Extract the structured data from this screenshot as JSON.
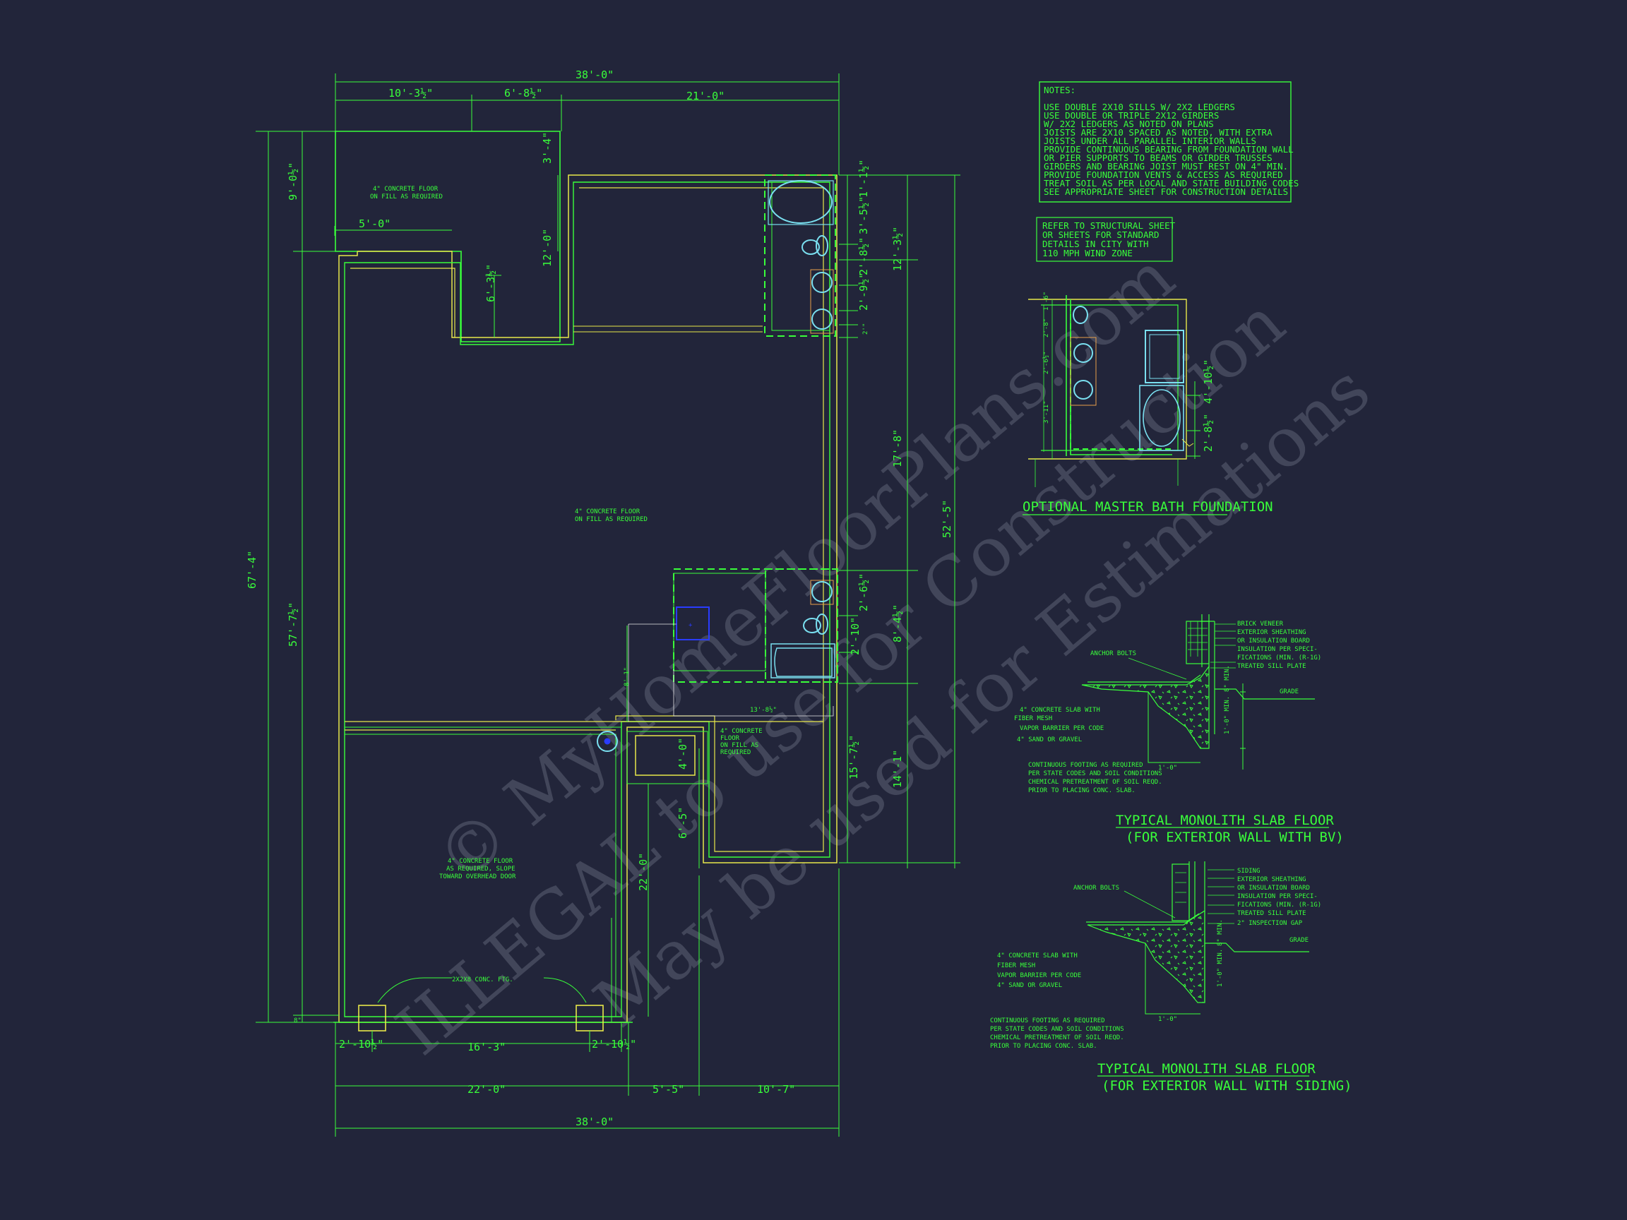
{
  "colors": {
    "background": "#22253a",
    "line_green": "#39ff3a",
    "wall_yellow": "#e8e84a",
    "fixture_cyan": "#7ae0f0",
    "blue": "#2a3cff"
  },
  "plan": {
    "top_total": "38'-0\"",
    "top_a": "10'-3½\"",
    "top_b": "6'-8½\"",
    "top_c": "21'-0\"",
    "left_total": "67'-4\"",
    "left_a": "9'-0½\"",
    "left_b": "57'-7½\"",
    "left_c": "8\"",
    "inner_5ft": "5'-0\"",
    "inner_3_4": "3'-4\"",
    "inner_12": "12'-0\"",
    "inner_6_3": "6'-3½\"",
    "right_1": "1'-1½\"",
    "right_2": "3'-5½\"",
    "right_3": "2'-8½\"",
    "right_4": "2'-9½\"",
    "right_5": "2'\"",
    "right_6": "2'-6½\"",
    "right_7": "2'-10\"",
    "right_8": "15'-7½\"",
    "right_outer_1": "12'-3½\"",
    "right_outer_2": "17'-8\"",
    "right_outer_3": "8'-4½\"",
    "right_outer_4": "14'-1\"",
    "right_total": "52'-5\"",
    "inner_4": "4'-0\"",
    "inner_6_5": "6'-5\"",
    "inner_22": "22'-0\"",
    "inner_8": "8'-1\"",
    "inner_13": "13'-8½\"",
    "bot_a": "2'-10½\"",
    "bot_b": "16'-3\"",
    "bot_c": "2'-10½\"",
    "bot2_a": "22'-0\"",
    "bot2_b": "5'-5\"",
    "bot2_c": "10'-7\"",
    "bot_total": "38'-0\"",
    "slab_top_1": "4\" CONCRETE FLOOR",
    "slab_top_2": "ON FILL AS REQUIRED",
    "slab_main_1": "4\" CONCRETE FLOOR",
    "slab_main_2": "ON FILL AS REQUIRED",
    "slab_small_1": "4\" CONCRETE",
    "slab_small_2": "FLOOR",
    "slab_small_3": "ON FILL AS",
    "slab_small_4": "REQUIRED",
    "slab_garage_1": "4\" CONCRETE FLOOR",
    "slab_garage_2": "AS REQUIRED, SLOPE",
    "slab_garage_3": "TOWARD OVERHEAD DOOR",
    "footing_label": "2X2X8 CONC. FTG."
  },
  "notes": {
    "heading": "NOTES:",
    "lines": [
      "USE DOUBLE 2X10 SILLS W/ 2X2 LEDGERS",
      "USE DOUBLE OR TRIPLE 2X12 GIRDERS",
      "W/ 2X2 LEDGERS AS NOTED ON PLANS",
      "JOISTS ARE 2X10 SPACED AS NOTED, WITH EXTRA",
      "JOISTS UNDER ALL PARALLEL INTERIOR WALLS",
      "PROVIDE CONTINUOUS BEARING FROM FOUNDATION WALL",
      "OR PIER SUPPORTS TO BEAMS OR GIRDER TRUSSES",
      "GIRDERS AND BEARING JOIST MUST REST ON 4\" MIN.",
      "PROVIDE FOUNDATION VENTS & ACCESS AS REQUIRED",
      "TREAT SOIL AS PER LOCAL AND STATE BUILDING CODES",
      "SEE APPROPRIATE SHEET FOR CONSTRUCTION DETAILS"
    ],
    "refer_lines": [
      "REFER TO STRUCTURAL SHEET",
      "OR SHEETS FOR STANDARD",
      "DETAILS IN CITY WITH",
      "110 MPH WIND ZONE"
    ]
  },
  "bath_detail": {
    "title": "OPTIONAL MASTER BATH FOUNDATION",
    "d1": "4'-10½\"",
    "d2": "2'-8½\"",
    "s1": "1'-6\"",
    "s2": "2'-8\"",
    "s3": "2'-6½\"",
    "s4": "3'-11\""
  },
  "detail_bv": {
    "title": "TYPICAL MONOLITH SLAB FLOOR",
    "subtitle": "(FOR EXTERIOR WALL WITH BV)",
    "labels_right": [
      "BRICK VENEER",
      "EXTERIOR SHEATHING",
      "OR INSULATION BOARD",
      "INSULATION PER SPECI-",
      "FICATIONS (MIN. (R-1G)",
      "TREATED SILL PLATE"
    ],
    "grade": "GRADE",
    "anchor": "ANCHOR BOLTS",
    "labels_left": [
      "4\" CONCRETE SLAB WITH",
      "FIBER MESH",
      "VAPOR BARRIER PER CODE",
      "4\" SAND OR GRAVEL"
    ],
    "footing": [
      "CONTINUOUS FOOTING AS REQUIRED",
      "PER STATE CODES AND SOIL CONDITIONS",
      "CHEMICAL PRETREATMENT OF SOIL REQD.",
      "PRIOR TO PLACING CONC. SLAB."
    ],
    "d1": "8\" MIN.",
    "d2": "1'-0\" MIN.",
    "d3": "1'-0\""
  },
  "detail_siding": {
    "title": "TYPICAL MONOLITH SLAB FLOOR",
    "subtitle": "(FOR EXTERIOR WALL WITH SIDING)",
    "labels_right": [
      "SIDING",
      "EXTERIOR SHEATHING",
      "OR INSULATION BOARD",
      "INSULATION PER SPECI-",
      "FICATIONS (MIN. (R-1G)",
      "TREATED SILL PLATE",
      "2\" INSPECTION GAP"
    ],
    "grade": "GRADE",
    "anchor": "ANCHOR BOLTS",
    "labels_left": [
      "4\" CONCRETE SLAB WITH",
      "FIBER MESH",
      "VAPOR BARRIER PER CODE",
      "4\" SAND OR GRAVEL"
    ],
    "footing": [
      "CONTINUOUS FOOTING AS REQUIRED",
      "PER STATE CODES AND SOIL CONDITIONS",
      "CHEMICAL PRETREATMENT OF SOIL REQD.",
      "PRIOR TO PLACING CONC. SLAB."
    ],
    "d1": "8\" MIN.",
    "d2": "1'-0\" MIN.",
    "d3": "1'-0\""
  },
  "watermark": {
    "line1": "© MyHomeFloorPlans.com",
    "line2": "ILLEGAL to use for Construction",
    "line3": "May be used for Estimations"
  }
}
